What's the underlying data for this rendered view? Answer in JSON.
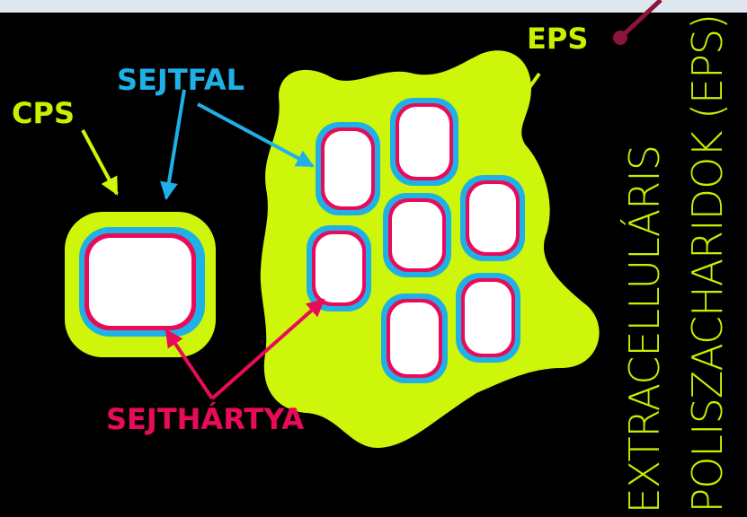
{
  "labels": {
    "eps": "EPS",
    "sejtfal": "SEJTFAL",
    "cps": "CPS",
    "sejthartya": "SEJTHÁRTYA"
  },
  "side_title": {
    "line1": "EXTRACELLULÁRIS",
    "line2": "POLISZACHARIDOK (EPS)"
  },
  "colors": {
    "background": "#000000",
    "eps_slime": "#cdf60a",
    "cell_wall": "#1fb0e6",
    "membrane": "#ea0a5a",
    "label_green": "#c8f000",
    "label_blue": "#1fb0e6",
    "label_pink": "#ea0a5a",
    "accent_line": "#8b1538"
  }
}
